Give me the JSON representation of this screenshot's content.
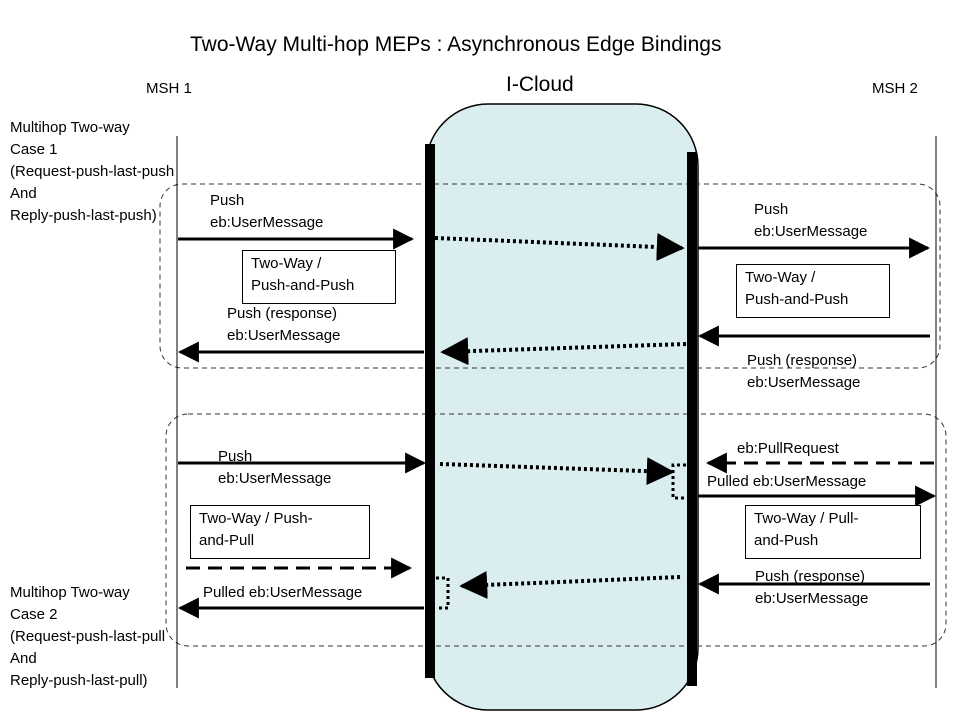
{
  "title": "Two-Way Multi-hop MEPs : Asynchronous Edge Bindings",
  "nodes": {
    "msh1": "MSH 1",
    "msh2": "MSH 2",
    "cloud": "I-Cloud"
  },
  "case1": {
    "label": "Multihop Two-way\nCase 1\n(Request-push-last-push\nAnd\nReply-push-last-push)",
    "left_push": "Push\neb:UserMessage",
    "left_box": "Two-Way /\nPush-and-Push",
    "left_response": "Push (response)\neb:UserMessage",
    "right_push": "Push\neb:UserMessage",
    "right_box": "Two-Way /\nPush-and-Push",
    "right_response": "Push (response)\neb:UserMessage"
  },
  "case2": {
    "label": "Multihop Two-way\nCase 2\n(Request-push-last-pull\nAnd\nReply-push-last-pull)",
    "left_push": "Push\neb:UserMessage",
    "left_box": "Two-Way / Push-\nand-Pull",
    "left_pulled": "Pulled eb:UserMessage",
    "right_pullrequest": "eb:PullRequest",
    "right_pulled": "Pulled eb:UserMessage",
    "right_box": "Two-Way / Pull-\nand-Push",
    "right_response": "Push (response)\neb:UserMessage"
  },
  "colors": {
    "cloud_fill": "#daeef0",
    "line": "#000000"
  }
}
